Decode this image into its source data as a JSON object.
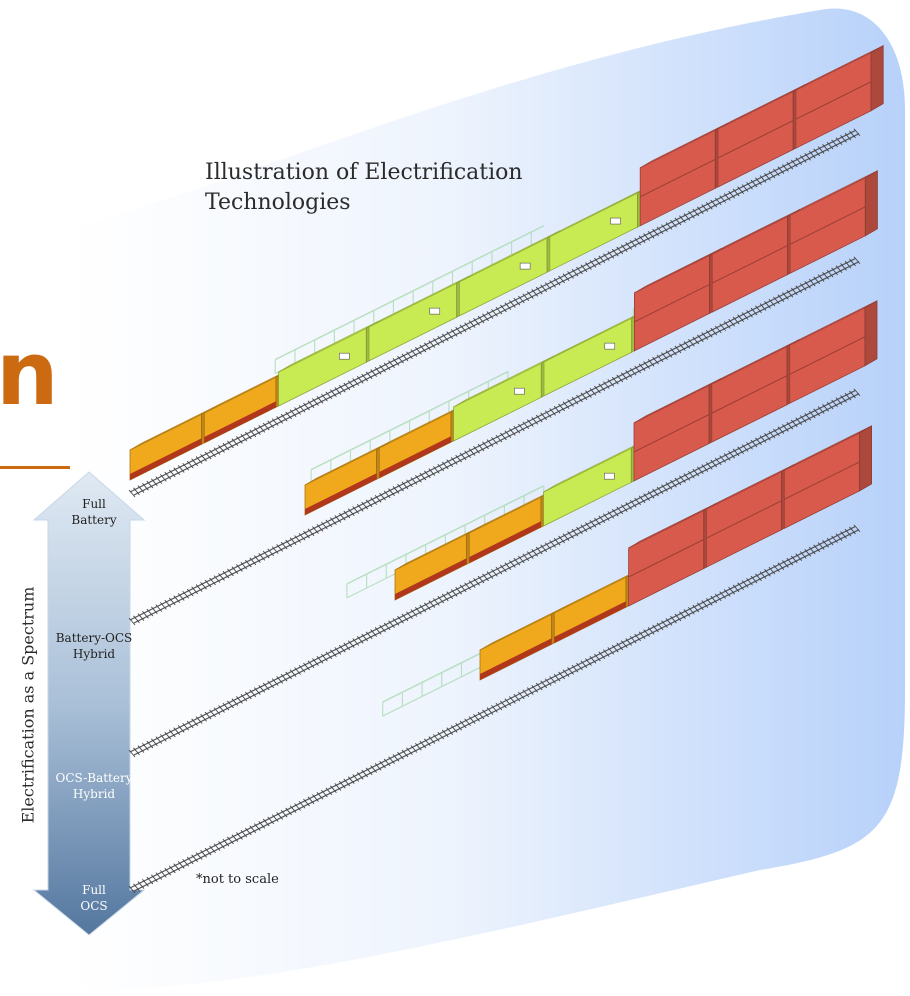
{
  "title": {
    "line1": "Illustration of Electrification",
    "line2": "Technologies"
  },
  "spectrum": {
    "axis_label": "Electrification as a Spectrum",
    "stops": [
      {
        "line1": "Full",
        "line2": "Battery"
      },
      {
        "line1": "Battery-OCS",
        "line2": "Hybrid"
      },
      {
        "line1": "OCS-Battery",
        "line2": "Hybrid"
      },
      {
        "line1": "Full",
        "line2": "OCS"
      }
    ]
  },
  "note": "*not to scale",
  "cropped_heading_fragment": "n",
  "colors": {
    "background_panel": "#bcd6fb",
    "locomotive": "#f0a81c",
    "locomotive_stripe": "#b0361c",
    "battery_car": "#c8ea52",
    "freight_car": "#d85a4c",
    "catenary": "#a8d8b0",
    "accent_orange": "#cc6a12",
    "arrow_top": "#d9e6f2",
    "arrow_bottom": "#5a7da8"
  },
  "trains": [
    {
      "name": "full-battery",
      "battery_cars": 4,
      "freight_cars": 3,
      "catenary_segments": 1
    },
    {
      "name": "battery-ocs-hybrid",
      "battery_cars": 2,
      "freight_cars": 3,
      "catenary_segments": 2
    },
    {
      "name": "ocs-battery-hybrid",
      "battery_cars": 1,
      "freight_cars": 3,
      "catenary_segments": 2
    },
    {
      "name": "full-ocs",
      "battery_cars": 0,
      "freight_cars": 3,
      "catenary_segments": 1
    }
  ]
}
